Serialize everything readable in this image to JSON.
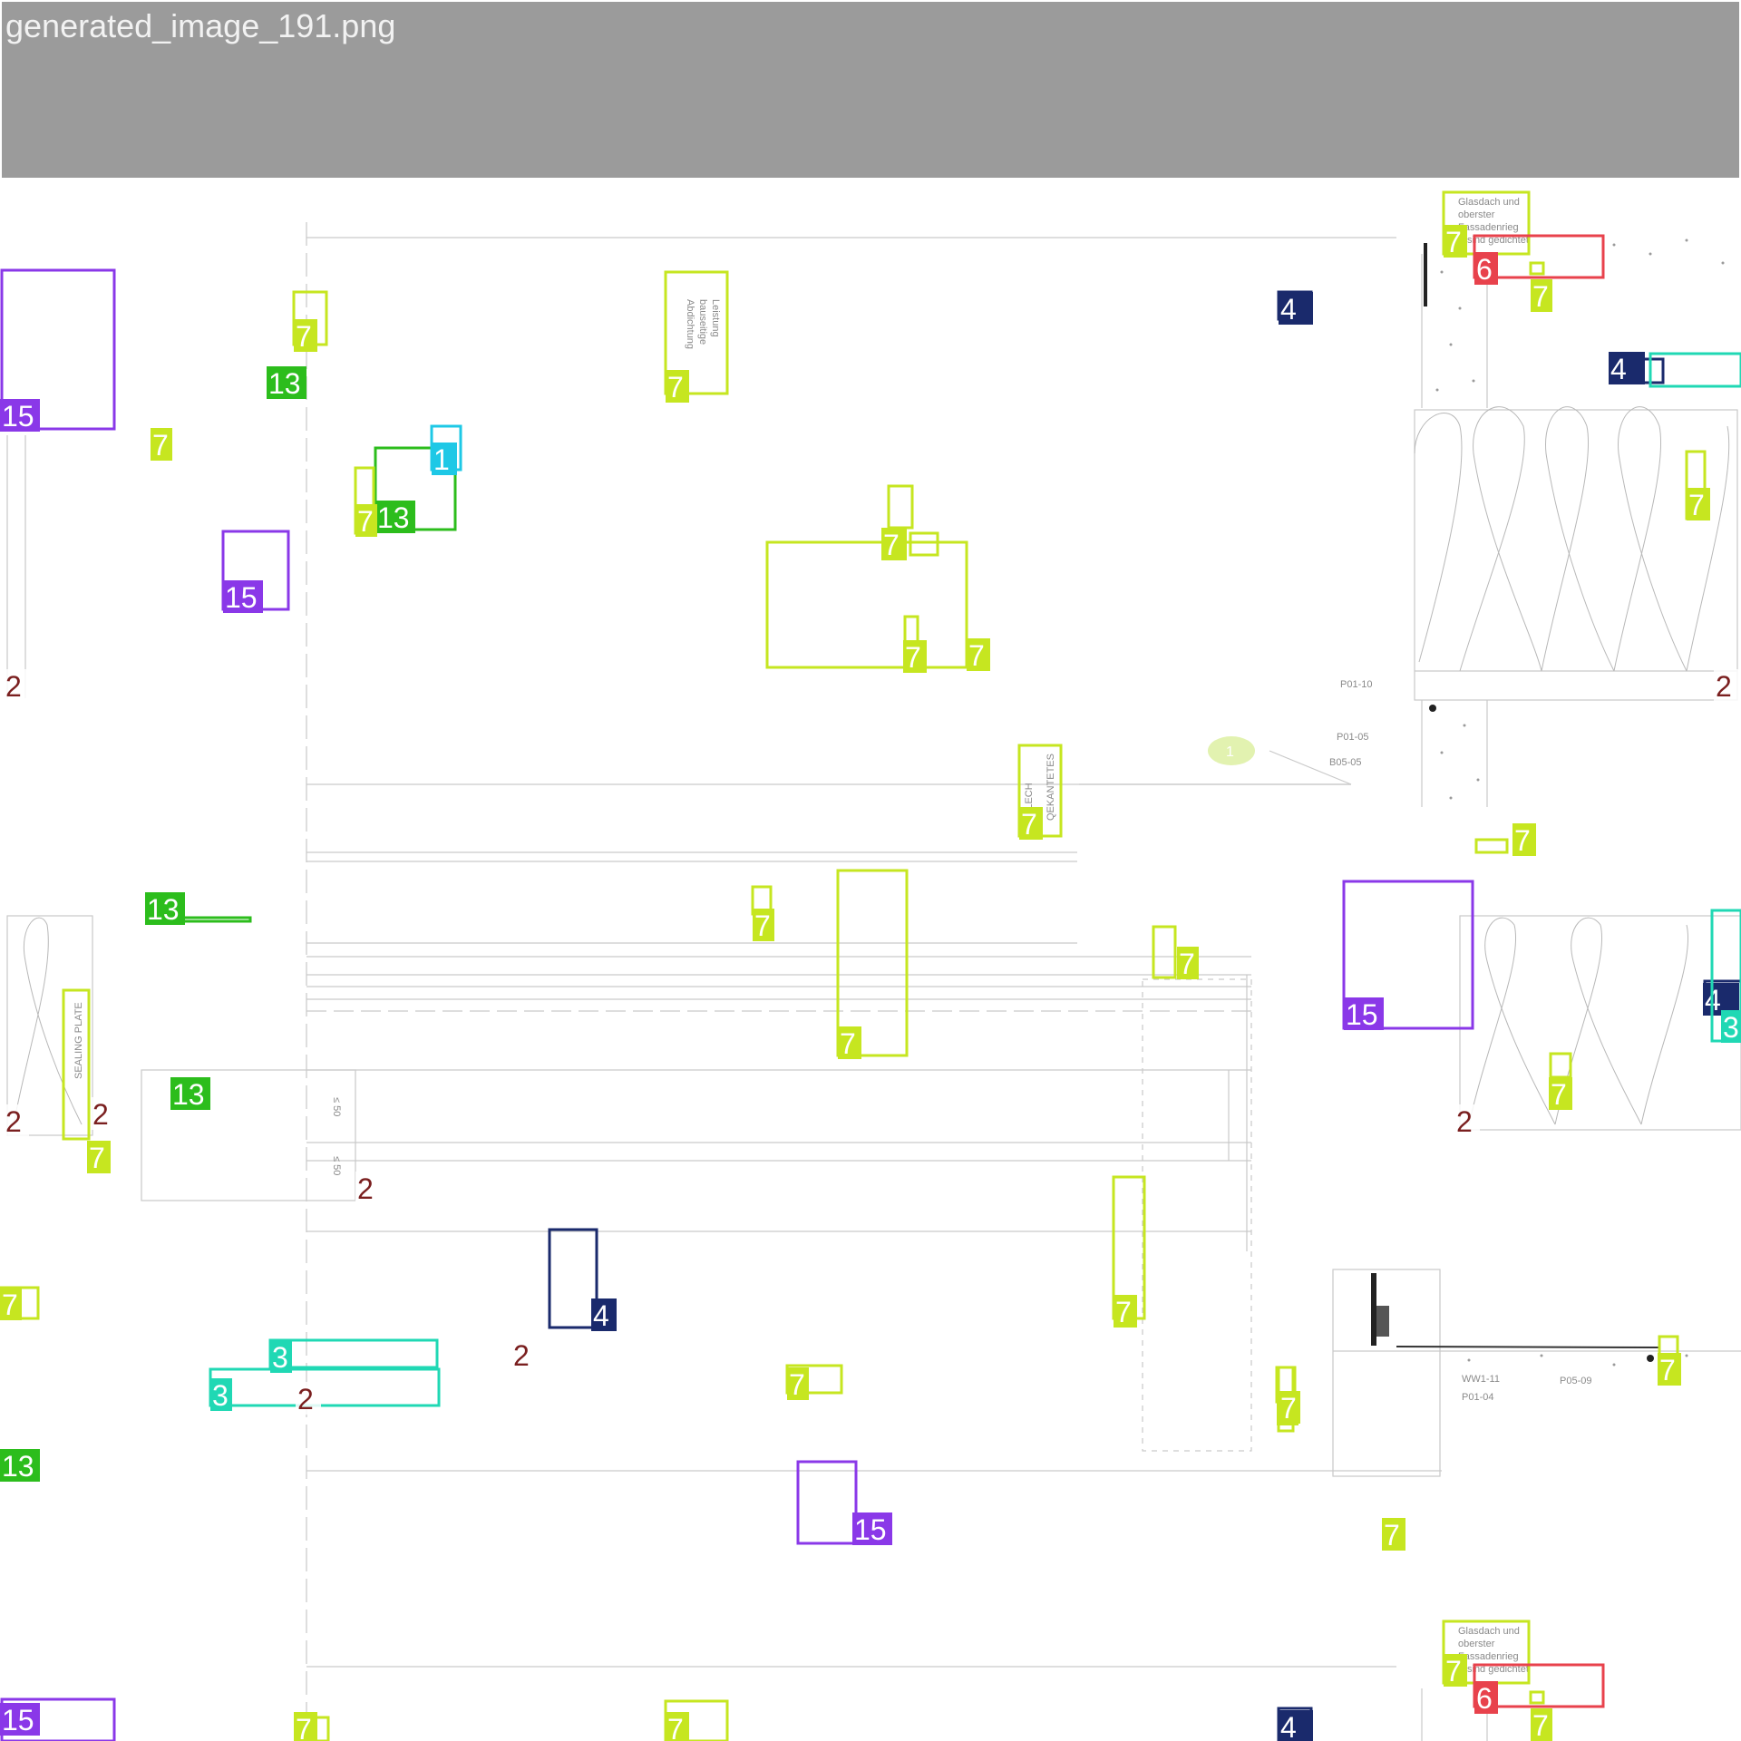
{
  "header": {
    "title": "generated_image_191.png"
  },
  "colors": {
    "c1": "#1ec8e6",
    "c2": "#7a1f1f",
    "c3": "#20d8b4",
    "c4": "#1a2a6c",
    "c6": "#e8424c",
    "c7": "#c6e620",
    "c13": "#2cbd1c",
    "c15": "#8a38e8",
    "drawing_line": "#bdbdbd"
  },
  "annotation_labels": [
    "1",
    "2",
    "3",
    "4",
    "6",
    "7",
    "13",
    "15"
  ],
  "drawing_text": {
    "glass_roof_note": [
      "Glasdach und",
      "oberster",
      "Fassadenrieg",
      "sind gedichtet"
    ],
    "vertical_label_sealing": "SEALING PLATE",
    "vertical_label_outlet": "QEKANTETES",
    "vertical_label_blech": "BLECH",
    "ref_p01_10": "P01-10",
    "ref_p01_05": "P01-05",
    "ref_b05_05": "B05-05",
    "ref_ww1_11": "WW1-11",
    "ref_p01_04": "P01-04",
    "ref_p05_09": "P05-09",
    "dim_a": "≤ 50",
    "dim_b": "≤ 50",
    "bubble": "1",
    "plan_note": [
      "Abdichtung",
      "bauseitige",
      "Leistung"
    ]
  }
}
